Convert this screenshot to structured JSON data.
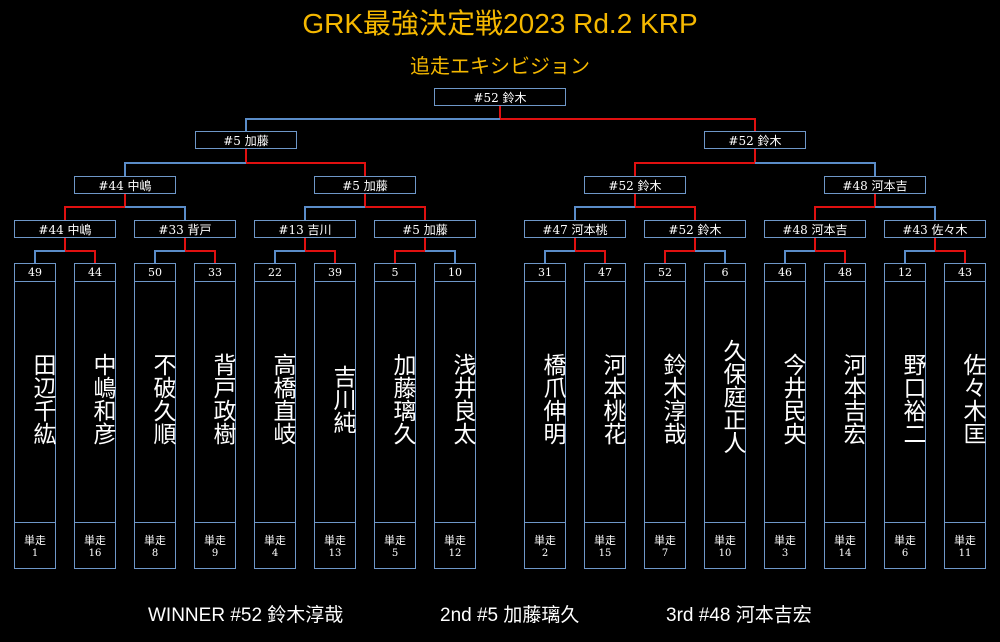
{
  "title": "GRK最強決定戦2023 Rd.2 KRP",
  "subtitle": "追走エキシビジョン",
  "final_winner": "#52 鈴木",
  "semi": [
    "#5 加藤",
    "#52 鈴木"
  ],
  "quarter": [
    "#44 中嶋",
    "#5 加藤",
    "#52 鈴木",
    "#48 河本吉"
  ],
  "round1": [
    "#44 中嶋",
    "#33 背戸",
    "#13 吉川",
    "#5 加藤",
    "#47 河本桃",
    "#52 鈴木",
    "#48 河本吉",
    "#43 佐々木"
  ],
  "players": [
    {
      "score": "49",
      "name": "田辺千紘",
      "run": "単走",
      "seed": "1"
    },
    {
      "score": "44",
      "name": "中嶋和彦",
      "run": "単走",
      "seed": "16"
    },
    {
      "score": "50",
      "name": "不破久順",
      "run": "単走",
      "seed": "8"
    },
    {
      "score": "33",
      "name": "背戸政樹",
      "run": "単走",
      "seed": "9"
    },
    {
      "score": "22",
      "name": "高橋直岐",
      "run": "単走",
      "seed": "4"
    },
    {
      "score": "39",
      "name": "吉川純",
      "run": "単走",
      "seed": "13"
    },
    {
      "score": "5",
      "name": "加藤璃久",
      "run": "単走",
      "seed": "5"
    },
    {
      "score": "10",
      "name": "浅井良太",
      "run": "単走",
      "seed": "12"
    },
    {
      "score": "31",
      "name": "橋爪伸明",
      "run": "単走",
      "seed": "2"
    },
    {
      "score": "47",
      "name": "河本桃花",
      "run": "単走",
      "seed": "15"
    },
    {
      "score": "52",
      "name": "鈴木淳哉",
      "run": "単走",
      "seed": "7"
    },
    {
      "score": "6",
      "name": "久保庭正人",
      "run": "単走",
      "seed": "10"
    },
    {
      "score": "46",
      "name": "今井民央",
      "run": "単走",
      "seed": "3"
    },
    {
      "score": "48",
      "name": "河本吉宏",
      "run": "単走",
      "seed": "14"
    },
    {
      "score": "12",
      "name": "野口裕二",
      "run": "単走",
      "seed": "6"
    },
    {
      "score": "43",
      "name": "佐々木匡",
      "run": "単走",
      "seed": "11"
    }
  ],
  "results": {
    "winner": "WINNER  #52 鈴木淳哉",
    "second": "2nd  #5 加藤璃久",
    "third": "3rd  #48 河本吉宏"
  },
  "colors": {
    "title": "#f5b800",
    "winner_line": "#e01010",
    "loser_line": "#5a8cc8",
    "border": "#6e97c8"
  }
}
